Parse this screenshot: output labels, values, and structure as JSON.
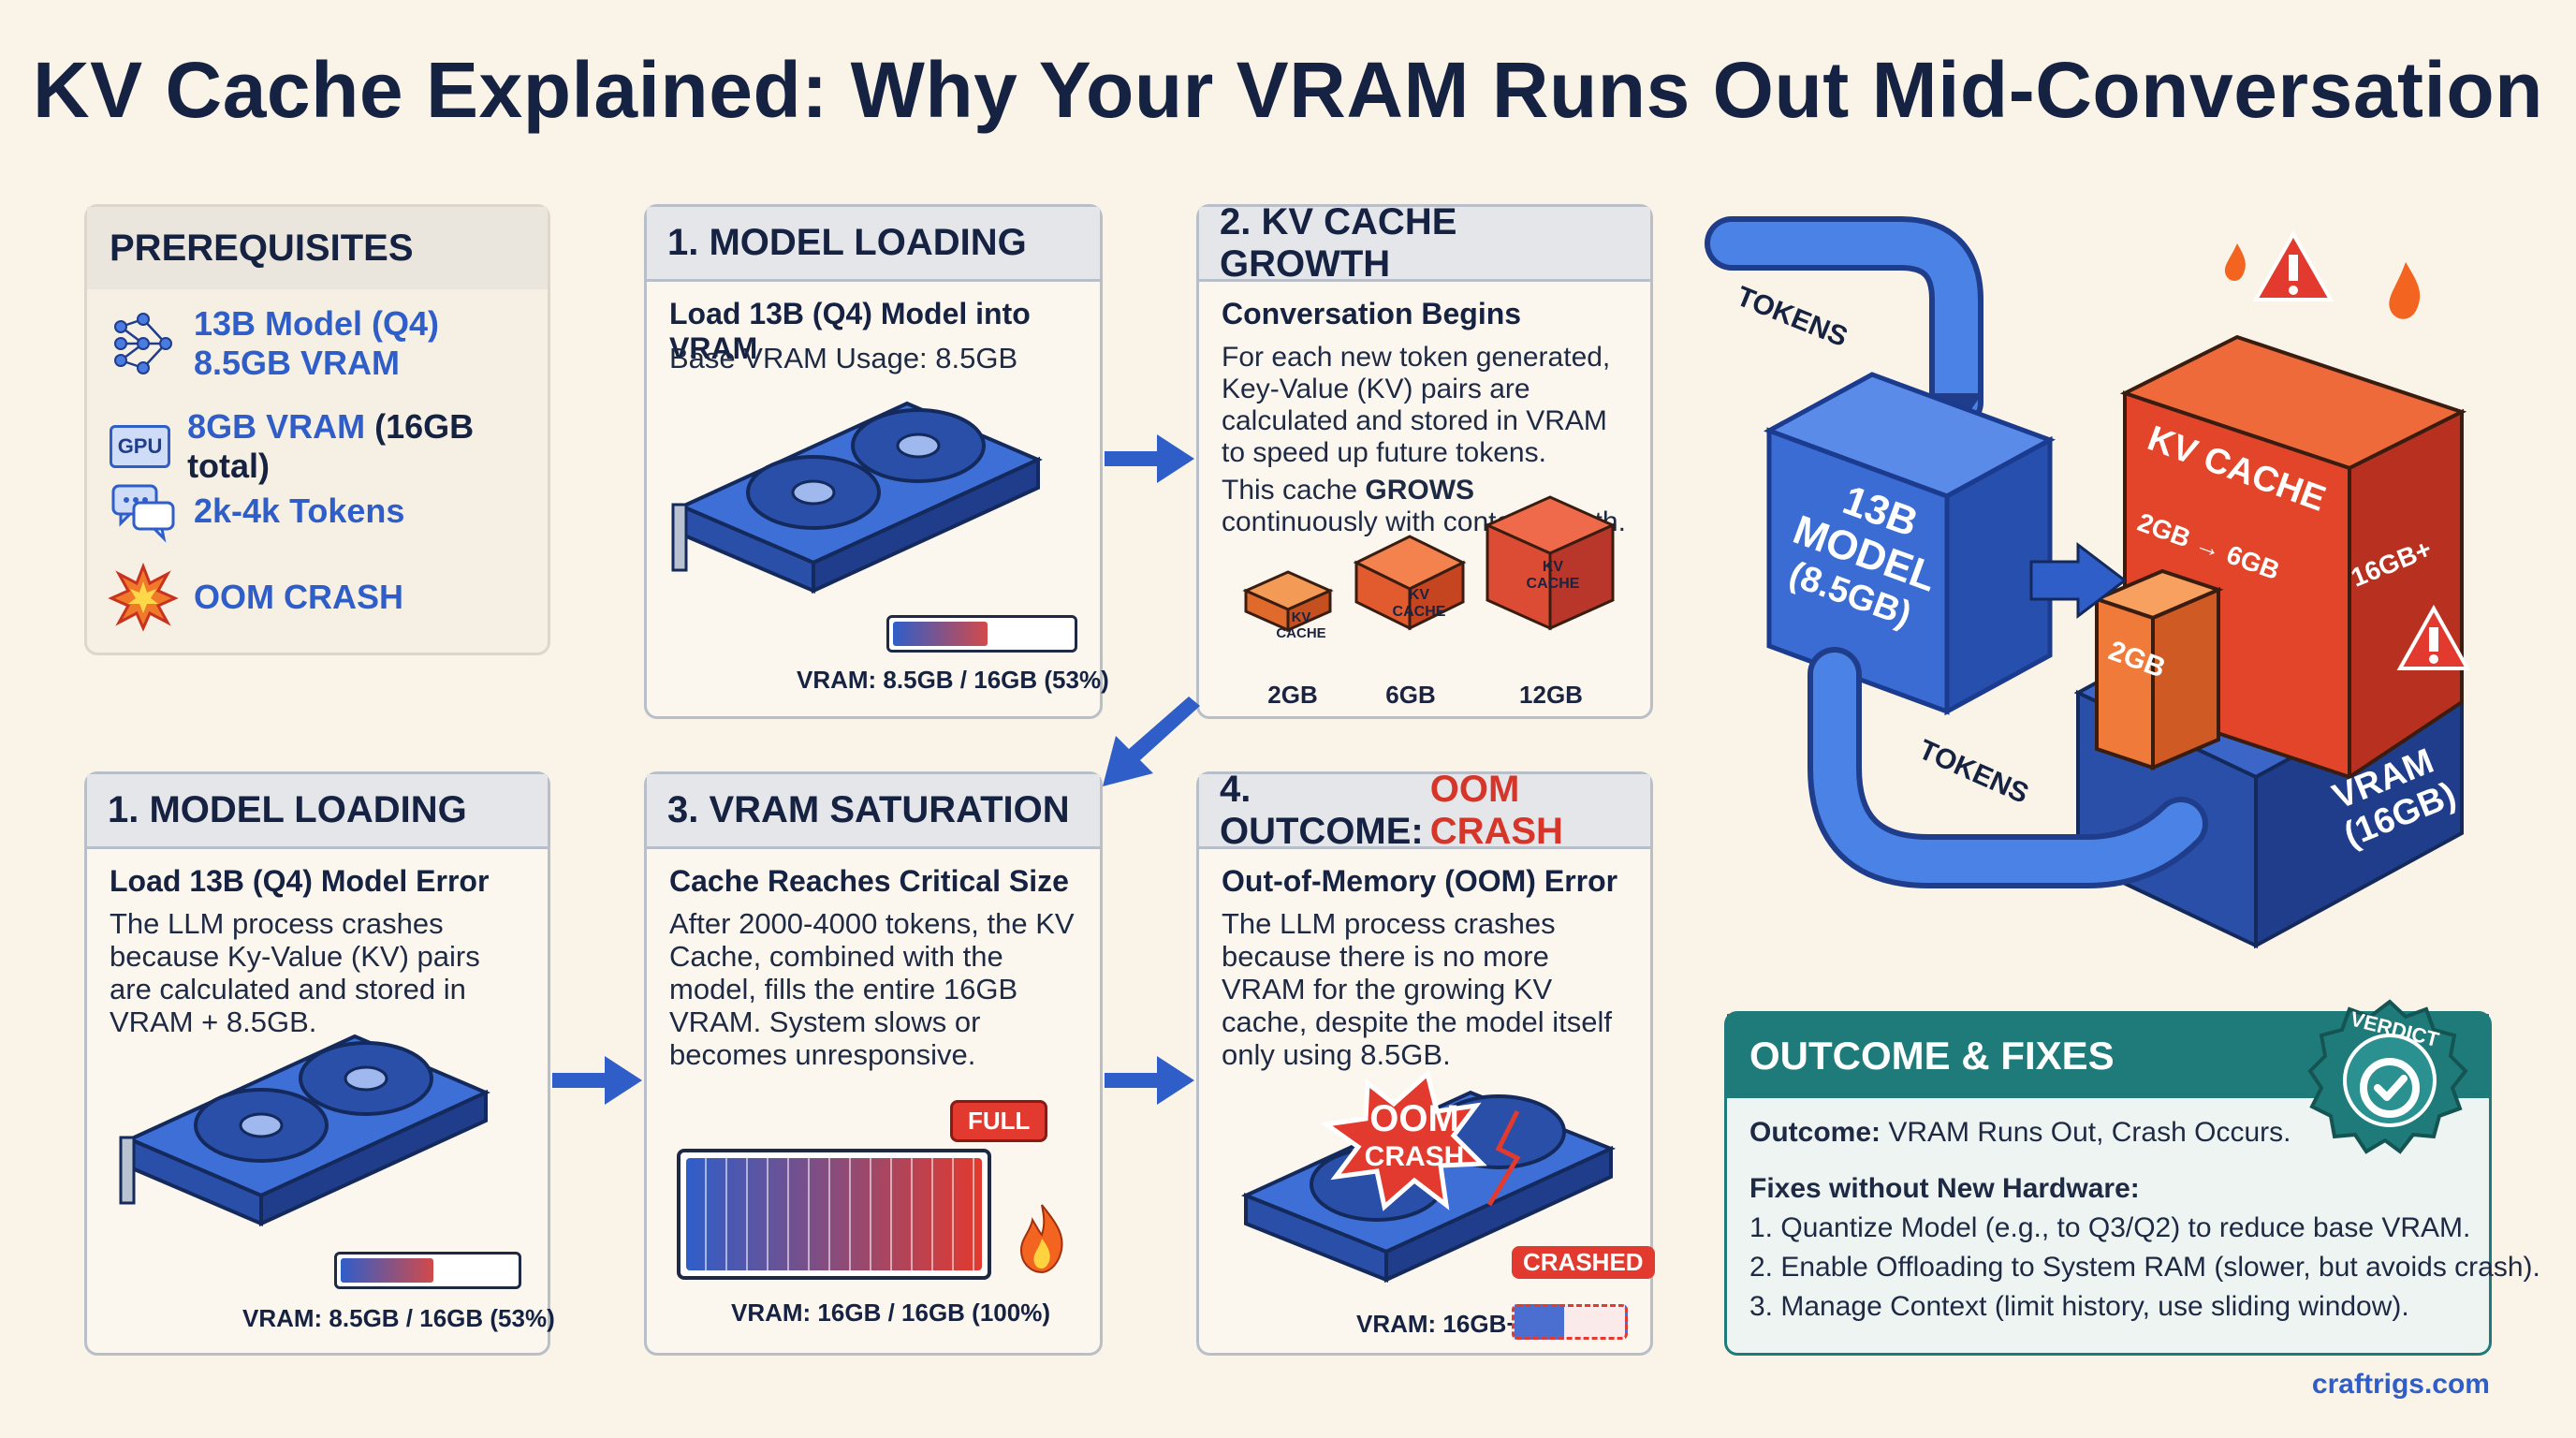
{
  "title": "KV Cache Explained: Why Your VRAM Runs Out Mid-Conversation",
  "prerequisites": {
    "header": "PREREQUISITES",
    "items": [
      {
        "line1": "13B Model (Q4)",
        "line2": "8.5GB VRAM",
        "icon": "network-icon"
      },
      {
        "badge": "GPU",
        "text": "8GB VRAM",
        "extra": "(16GB total)",
        "icon": "gpu-chip-icon"
      },
      {
        "text": "2k-4k Tokens",
        "icon": "chat-bubbles-icon"
      },
      {
        "text": "OOM CRASH",
        "icon": "explosion-icon"
      }
    ]
  },
  "panels": {
    "model_loading_top": {
      "header": "1. MODEL LOADING",
      "subtitle": "Load 13B (Q4) Model into VRAM",
      "body": "Base VRAM Usage: 8.5GB",
      "vram": "VRAM: 8.5GB / 16GB (53%)",
      "fill": 0.53
    },
    "kv_growth": {
      "header": "2. KV CACHE GROWTH",
      "subtitle": "Conversation Begins",
      "body_1": "For each new token generated, Key-Value (KV) pairs are calculated and stored in VRAM to speed up future tokens.",
      "body_2_pre": "This cache ",
      "body_2_bold": "GROWS",
      "body_2_post": " continuously with context length.",
      "cubes": [
        {
          "label": "KV CACHE",
          "size": "2GB"
        },
        {
          "label": "KV CACHE",
          "size": "6GB"
        },
        {
          "label": "KV CACHE",
          "size": "12GB"
        }
      ]
    },
    "model_loading_bottom": {
      "header": "1. MODEL LOADING",
      "subtitle": "Load 13B (Q4) Model Error",
      "body": "The LLM process crashes because Ky-Value (KV) pairs are calculated and stored in VRAM + 8.5GB.",
      "vram": "VRAM: 8.5GB / 16GB (53%)",
      "fill": 0.53
    },
    "saturation": {
      "header": "3. VRAM SATURATION",
      "subtitle": "Cache Reaches Critical Size",
      "body": "After 2000-4000 tokens, the KV Cache, combined with the model, fills the entire 16GB VRAM. System slows or becomes unresponsive.",
      "badge": "FULL",
      "vram": "VRAM: 16GB / 16GB (100%)",
      "fill": 1.0
    },
    "outcome": {
      "header_pre": "4. OUTCOME: ",
      "header_red": "OOM CRASH",
      "subtitle": "Out-of-Memory (OOM) Error",
      "body": "The LLM process crashes because there is no more VRAM for the growing KV cache, despite the model itself only using 8.5GB.",
      "burst_1": "OOM",
      "burst_2": "CRASH",
      "crashed_badge": "CRASHED",
      "vram": "VRAM: 16GB+"
    }
  },
  "illustration": {
    "tokens_top": "TOKENS",
    "tokens_bottom": "TOKENS",
    "model_1": "13B",
    "model_2": "MODEL",
    "model_3": "(8.5GB)",
    "kv_cache": "KV CACHE",
    "growth": "2GB → 6GB",
    "small_block": "2GB",
    "over": "16GB+",
    "vram_1": "VRAM",
    "vram_2": "(16GB)"
  },
  "fixes": {
    "header": "OUTCOME & FIXES",
    "seal": "VERDICT",
    "outcome_label": "Outcome:",
    "outcome_text": " VRAM Runs Out, Crash Occurs.",
    "fixes_label": "Fixes without New Hardware:",
    "items": [
      "1. Quantize Model (e.g., to Q3/Q2) to reduce base VRAM.",
      "2. Enable Offloading to System RAM (slower, but avoids crash).",
      "3. Manage Context (limit history, use sliding window)."
    ]
  },
  "footer": "craftrigs.com",
  "colors": {
    "accent_blue": "#2f5ec9",
    "danger_red": "#d6362a",
    "teal": "#1f7b7a",
    "kv_orange": "#e8583a"
  }
}
